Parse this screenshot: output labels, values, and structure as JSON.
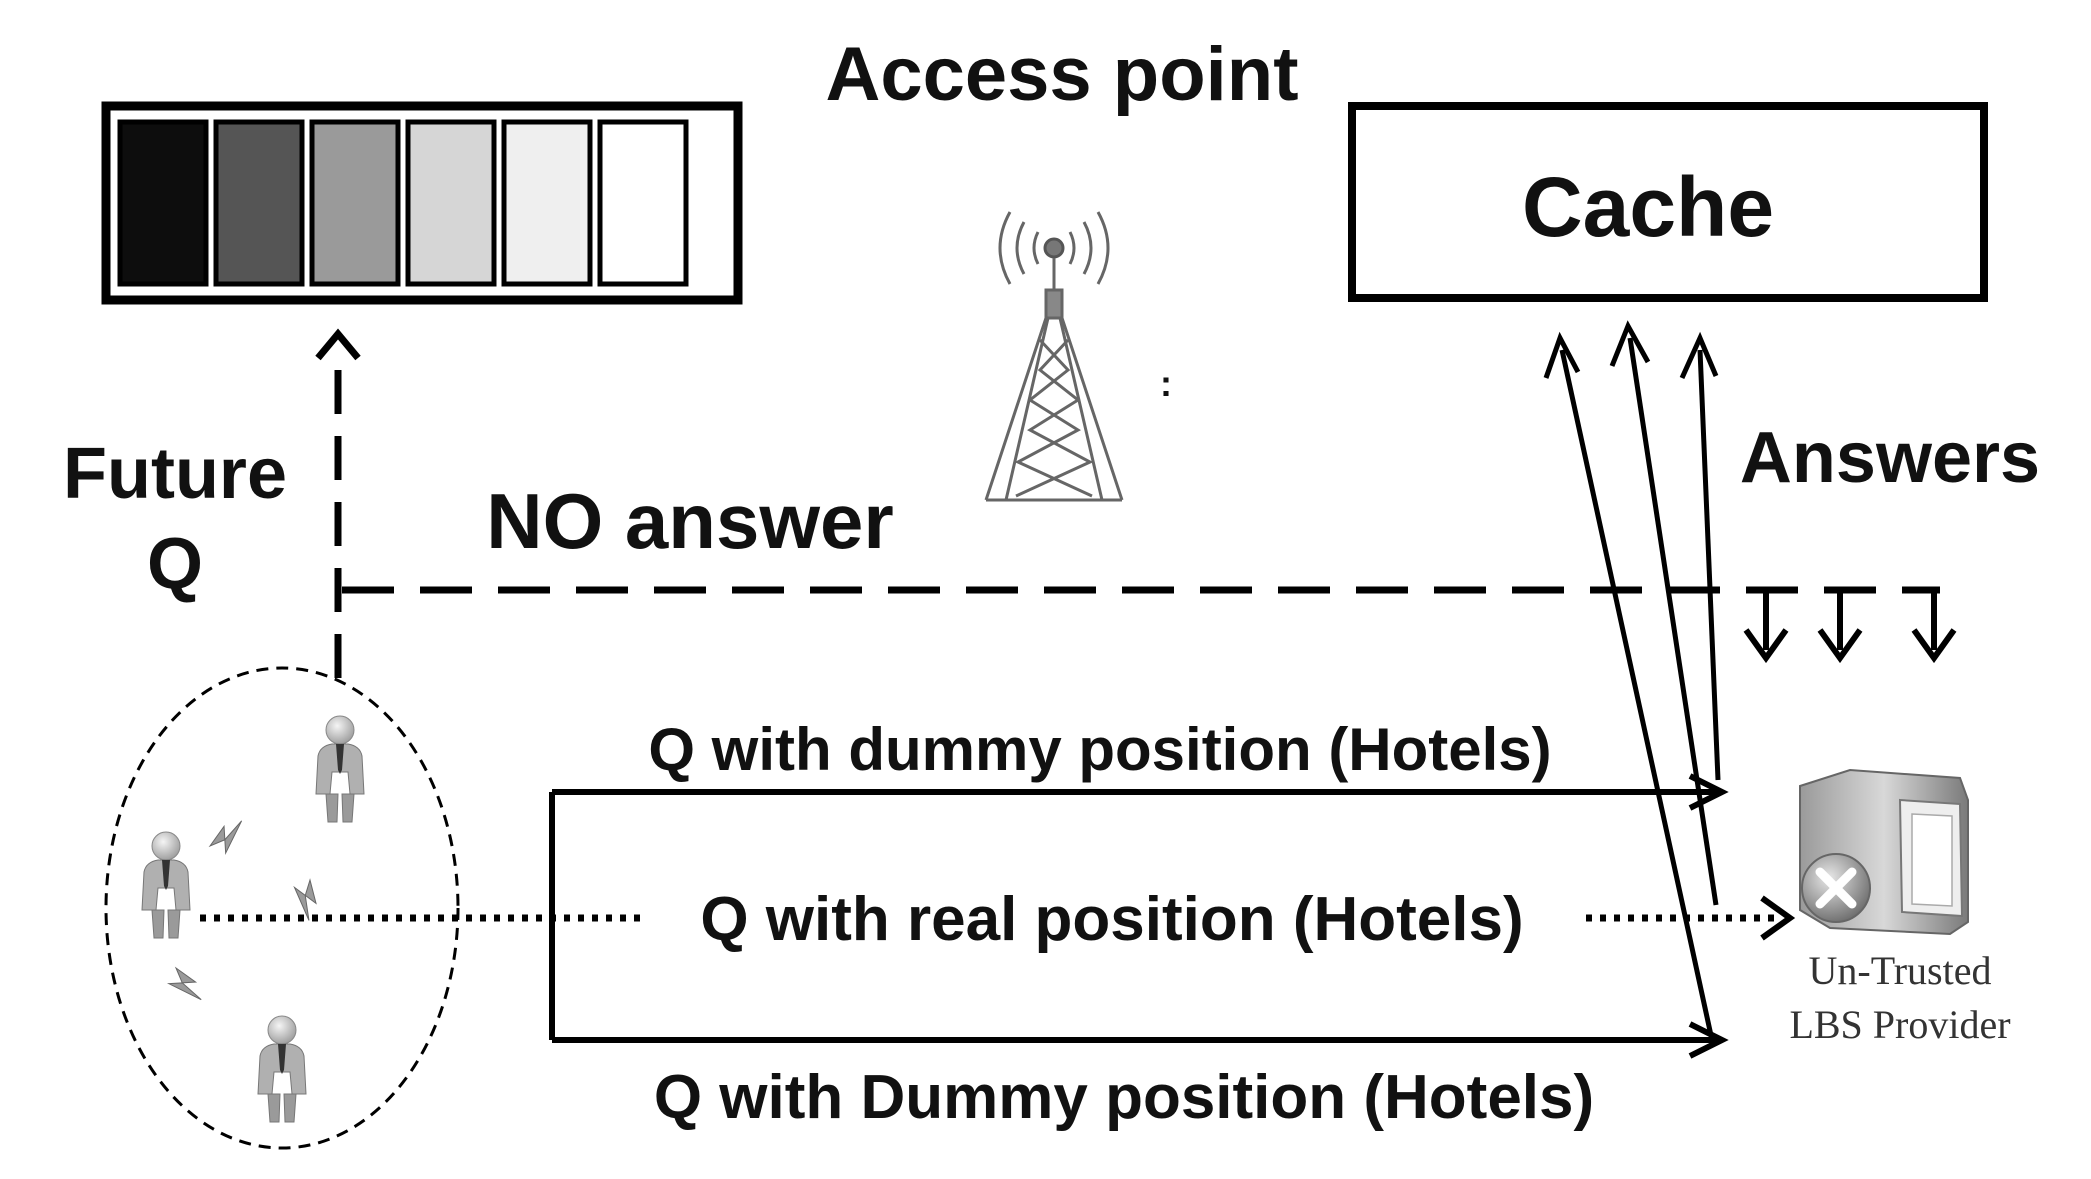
{
  "labels": {
    "access_point": "Access point",
    "cache": "Cache",
    "future_q_line1": "Future",
    "future_q_line2": "Q",
    "no_answer": "NO answer",
    "answers": "Answers",
    "q_dummy_top": "Q with dummy position (Hotels)",
    "q_real": "Q with real position (Hotels)",
    "q_dummy_bottom": "Q with Dummy position (Hotels)",
    "provider_line1": "Un-Trusted",
    "provider_line2": "LBS Provider"
  },
  "queue_cells": [
    {
      "color": "#0d0d0d"
    },
    {
      "color": "#555555"
    },
    {
      "color": "#9a9a9a"
    },
    {
      "color": "#d6d6d6"
    },
    {
      "color": "#efefef"
    },
    {
      "color": "#ffffff"
    }
  ],
  "icons": [
    "tower-icon",
    "user-icon",
    "lightning-icon",
    "server-icon",
    "error-x-icon"
  ]
}
